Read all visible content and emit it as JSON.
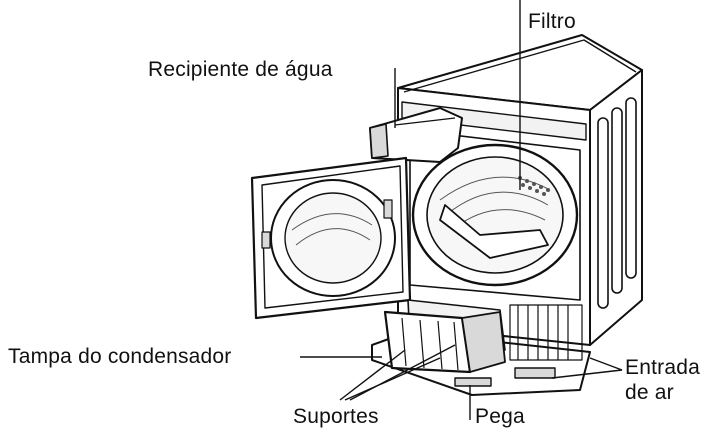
{
  "labels": {
    "filtro": "Filtro",
    "recipiente": "Recipiente de água",
    "tampa": "Tampa do condensador",
    "entrada_line1": "Entrada",
    "entrada_line2": "de ar",
    "suportes": "Suportes",
    "pega": "Pega"
  },
  "colors": {
    "line": "#111111",
    "fill": "#ffffff",
    "shade": "#d9d9d9",
    "dark": "#555555"
  }
}
